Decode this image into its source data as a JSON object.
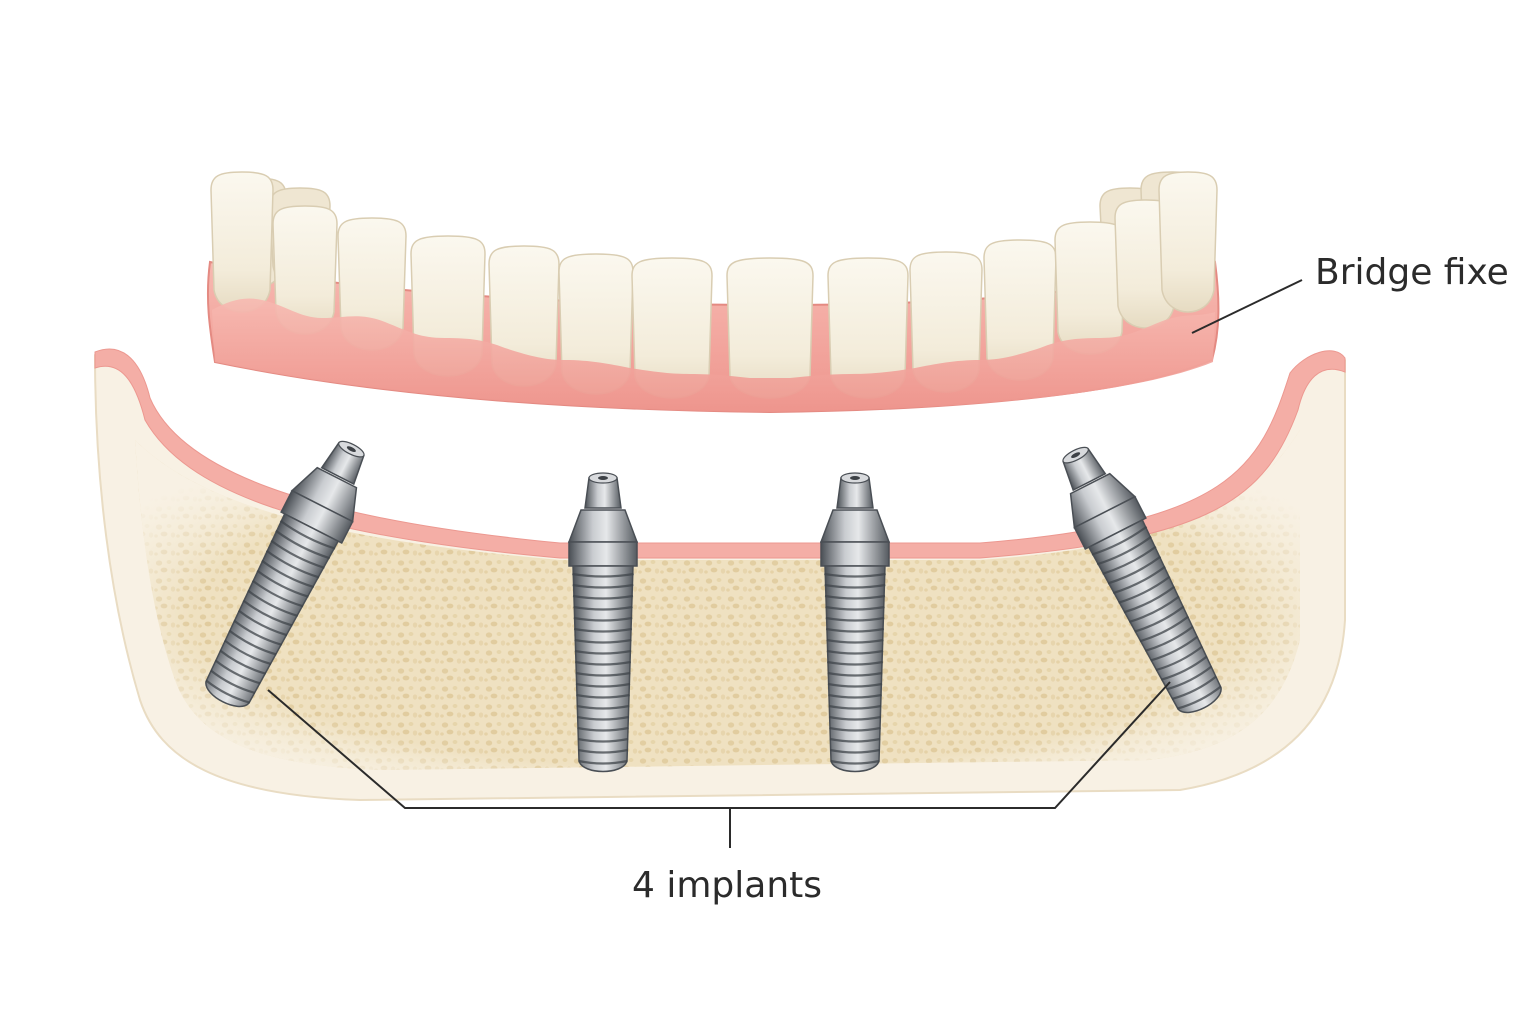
{
  "labels": {
    "bridge": "Bridge fixe",
    "implants": "4 implants"
  },
  "colors": {
    "background": "#ffffff",
    "gum": "#f1a29b",
    "gum_light": "#f7c3bd",
    "tooth": "#f6f1e3",
    "tooth_shade": "#e3d8c0",
    "bone_outer": "#f8f1e4",
    "bone_inner": "#efe0bf",
    "bone_pore": "#dfc99a",
    "metal_dark": "#555a60",
    "metal_light": "#c9ccd0",
    "leader": "#2b2b2b"
  },
  "icons": {
    "bridge": "dental-bridge-icon",
    "implant": "dental-implant-icon",
    "jaw": "jawbone-icon"
  },
  "implant_count": 4
}
